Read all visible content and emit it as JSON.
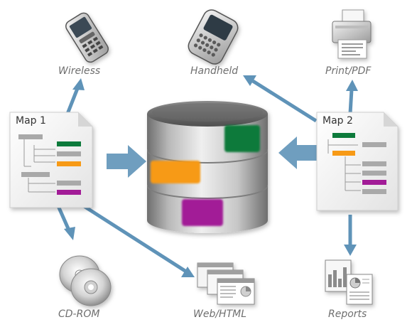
{
  "maps": {
    "left_title": "Map 1",
    "right_title": "Map 2"
  },
  "outputs": {
    "wireless": "Wireless",
    "handheld": "Handheld",
    "print_pdf": "Print/PDF",
    "cdrom": "CD-ROM",
    "web_html": "Web/HTML",
    "reports": "Reports"
  },
  "colors": {
    "arrow": "#5f93b8",
    "green": "#0f7a3a",
    "orange": "#f79a12",
    "purple": "#a21e97",
    "gray_bar": "#a9a9a9"
  },
  "icons": [
    "phone-icon",
    "blackberry-icon",
    "printer-icon",
    "cdrom-icon",
    "web-pages-icon",
    "reports-icon",
    "database-icon"
  ]
}
